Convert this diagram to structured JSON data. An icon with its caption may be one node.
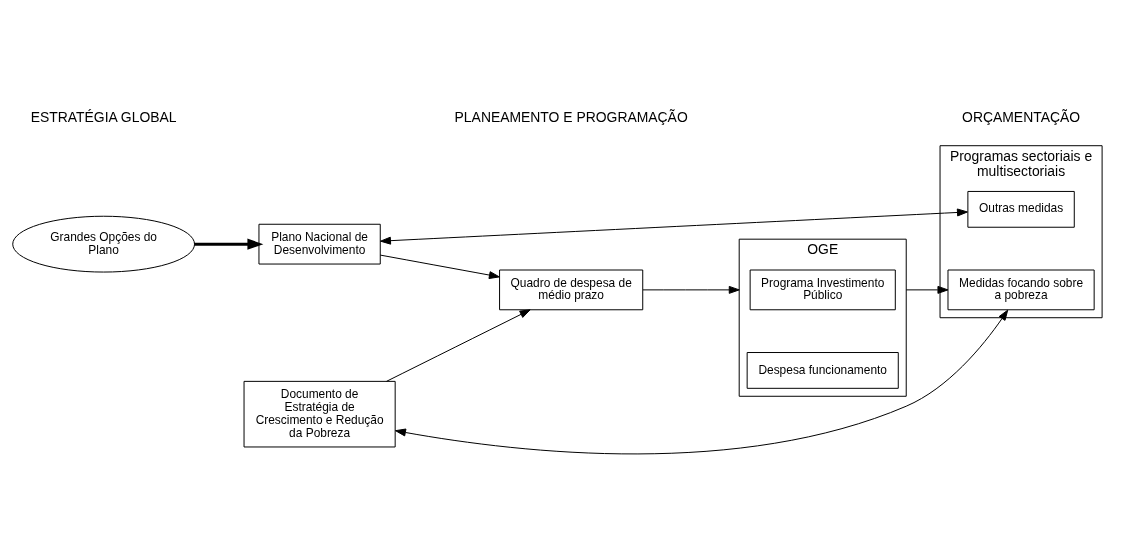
{
  "diagram": {
    "nodes": [
      {
        "text": [
          "Grandes Opções do Plano"
        ]
      },
      {
        "text": [
          "Plano Nacional de Desenvolvimento"
        ]
      },
      {
        "text": [
          "Documento de Estratégia de Crescimento e Redução da Pobreza"
        ]
      },
      {
        "text": [
          "Quadro de despesa de médio prazo"
        ]
      },
      {
        "text": [
          "OGE"
        ]
      },
      {
        "text": [
          "Programa Investimento Público"
        ],
        "in": 4
      },
      {
        "text": [
          "Despesa funcionamento"
        ],
        "in": 4
      },
      {
        "text": [
          "Programas sectoriais e multisectoriais"
        ]
      },
      {
        "text": [
          "Outras medidas"
        ],
        "in": 7
      },
      {
        "text": [
          "Medidas focando sobre a pobreza"
        ],
        "in": 7
      }
    ],
    "edges": [
      {
        "from": 0,
        "to": 1,
        "arrow": "to",
        "style": "thick"
      },
      {
        "from": 1,
        "to": 3,
        "arrow": "to"
      },
      {
        "from": 2,
        "to": 3,
        "arrow": "to"
      },
      {
        "from": 3,
        "to": 4,
        "arrow": "to"
      },
      {
        "from": 4,
        "to": 9,
        "arrow": "to"
      },
      {
        "from": 1,
        "to": 8,
        "arrow": "both"
      },
      {
        "from": 2,
        "to": 9,
        "arrow": "both"
      }
    ],
    "labels": [
      "ESTRATÉGIA GLOBAL",
      "PLANEAMENTO E PROGRAMAÇÃO",
      "ORÇAMENTAÇÃO"
    ]
  }
}
